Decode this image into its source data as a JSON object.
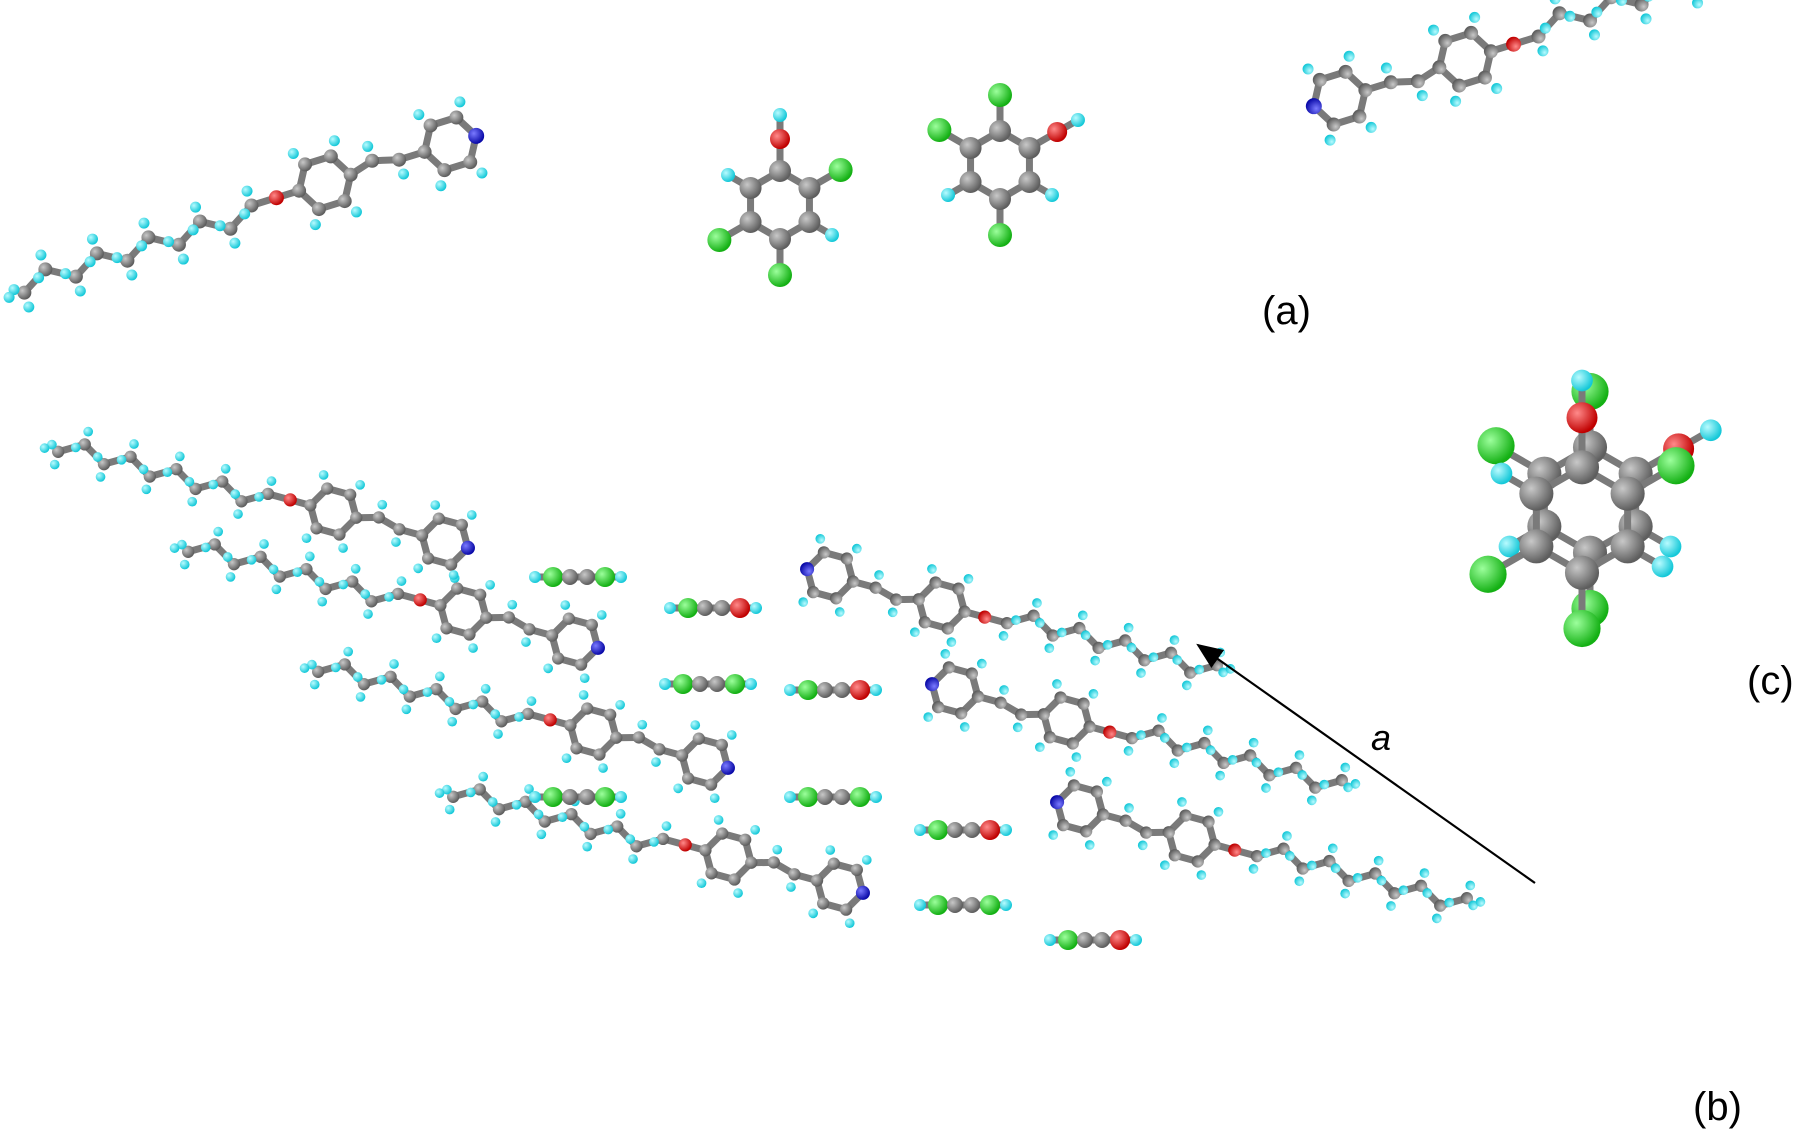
{
  "figure": {
    "panel_labels": {
      "a": "(a)",
      "b": "(b)",
      "c": "(c)"
    },
    "axis_label": "a"
  },
  "atom_colors": {
    "C": "#808080",
    "H": "#2ee6f0",
    "O": "#e00000",
    "N": "#1010d0",
    "Cl": "#22cc22"
  }
}
